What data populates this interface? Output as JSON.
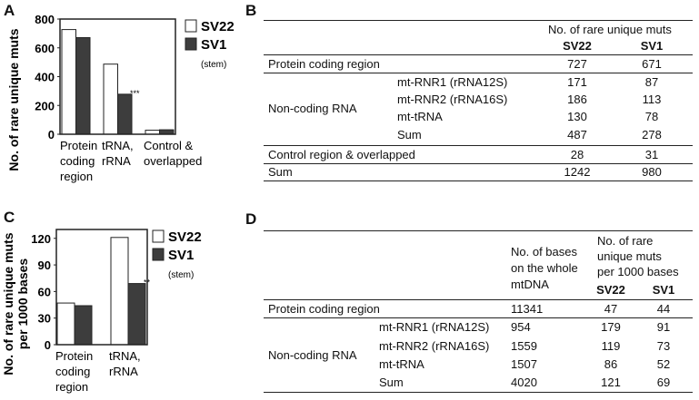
{
  "panels": {
    "a": "A",
    "b": "B",
    "c": "C",
    "d": "D"
  },
  "chart_data": [
    {
      "type": "bar",
      "ylabel": "No. of rare unique muts",
      "ylim": [
        0,
        800
      ],
      "yticks": [
        0,
        200,
        400,
        600,
        800
      ],
      "categories": [
        "Protein coding region",
        "tRNA, rRNA",
        "Control & overlapped"
      ],
      "category_lines": [
        [
          "Protein",
          "coding",
          "region"
        ],
        [
          "tRNA,",
          "rRNA"
        ],
        [
          "Control &",
          "overlapped"
        ]
      ],
      "series": [
        {
          "name": "SV22",
          "values": [
            727,
            487,
            28
          ],
          "color": "#ffffff"
        },
        {
          "name": "SV1",
          "values": [
            671,
            278,
            31
          ],
          "color": "#3d3d3d"
        }
      ],
      "legend_note": "(stem)",
      "legend": "right",
      "annotations": [
        {
          "category": "tRNA, rRNA",
          "text": "***"
        }
      ]
    },
    {
      "type": "bar",
      "ylabel": "No. of rare unique muts per 1000 bases",
      "ylabel_lines": [
        "No. of rare unique muts",
        "per 1000 bases"
      ],
      "ylim": [
        0,
        130
      ],
      "yticks": [
        0,
        30,
        60,
        90,
        120
      ],
      "categories": [
        "Protein coding region",
        "tRNA, rRNA"
      ],
      "category_lines": [
        [
          "Protein",
          "coding",
          "region"
        ],
        [
          "tRNA,",
          "rRNA"
        ]
      ],
      "series": [
        {
          "name": "SV22",
          "values": [
            47,
            121
          ],
          "color": "#ffffff"
        },
        {
          "name": "SV1",
          "values": [
            44,
            69
          ],
          "color": "#3d3d3d"
        }
      ],
      "legend_note": "(stem)",
      "legend": "right",
      "annotations": [
        {
          "category": "tRNA, rRNA",
          "text": "**"
        }
      ]
    }
  ],
  "table_b": {
    "header": "No. of rare unique muts",
    "col1": "SV22",
    "col2": "SV1",
    "rows": [
      {
        "label": "Protein coding region",
        "sub": "",
        "v1": "727",
        "v2": "671"
      },
      {
        "label": "",
        "sub": "mt-RNR1 (rRNA12S)",
        "v1": "171",
        "v2": "87"
      },
      {
        "label": "",
        "sub": "mt-RNR2 (rRNA16S)",
        "v1": "186",
        "v2": "113"
      },
      {
        "label": "",
        "sub": "mt-tRNA",
        "v1": "130",
        "v2": "78"
      },
      {
        "label": "",
        "sub": "Sum",
        "v1": "487",
        "v2": "278"
      },
      {
        "label": "Control region & overlapped",
        "sub": "",
        "v1": "28",
        "v2": "31"
      },
      {
        "label": "Sum",
        "sub": "",
        "v1": "1242",
        "v2": "980"
      }
    ],
    "group_label": "Non-coding RNA"
  },
  "table_d": {
    "header_bases": [
      "No. of bases",
      "on the whole",
      "mtDNA"
    ],
    "header_muts": [
      "No. of rare",
      "unique muts",
      "per 1000 bases"
    ],
    "col1": "SV22",
    "col2": "SV1",
    "rows": [
      {
        "label": "Protein coding region",
        "sub": "",
        "bases": "11341",
        "v1": "47",
        "v2": "44"
      },
      {
        "label": "",
        "sub": "mt-RNR1 (rRNA12S)",
        "bases": "954",
        "v1": "179",
        "v2": "91"
      },
      {
        "label": "",
        "sub": "mt-RNR2 (rRNA16S)",
        "bases": "1559",
        "v1": "119",
        "v2": "73"
      },
      {
        "label": "",
        "sub": "mt-tRNA",
        "bases": "1507",
        "v1": "86",
        "v2": "52"
      },
      {
        "label": "",
        "sub": "Sum",
        "bases": "4020",
        "v1": "121",
        "v2": "69"
      }
    ],
    "group_label": "Non-coding RNA"
  }
}
